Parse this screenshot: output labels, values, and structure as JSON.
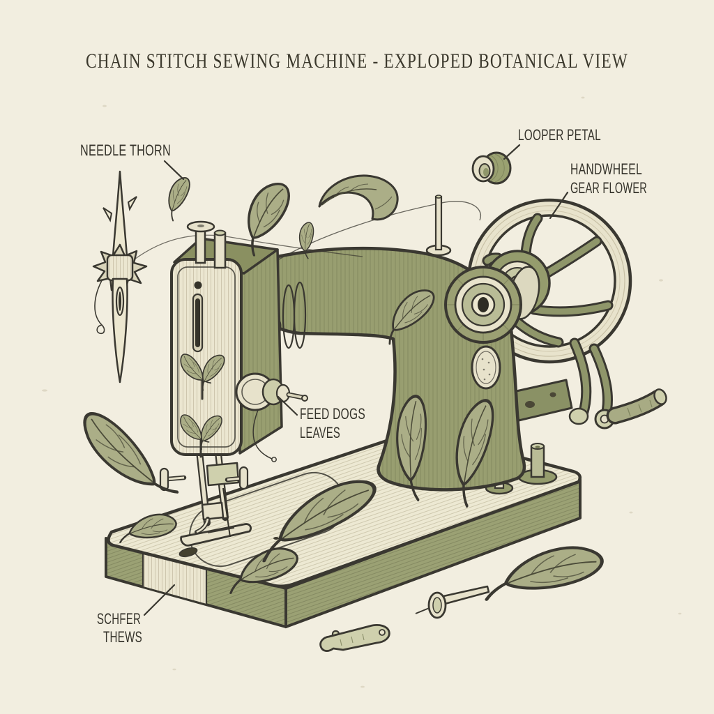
{
  "title": {
    "text": "CHAIN STITCH SEWING MACHINE - EXPLOPED BOTANICAL VIEW"
  },
  "labels": {
    "needle_thorn": {
      "text": "NEEDLE THORN"
    },
    "looper_petal": {
      "text": "LOOPER PETAL"
    },
    "handwheel_gear_flower": {
      "line1": "HANDWHEEL",
      "line2": "GEAR FLOWER"
    },
    "feed_dogs_leaves": {
      "line1": "FEED DOGS",
      "line2": "LEAVES"
    },
    "shifter_thews": {
      "line1": "SCHFER",
      "line2": "THEWS"
    }
  },
  "colors": {
    "background": "#f2eee0",
    "ink": "#3a3831",
    "machine_olive": "#989e70",
    "leaf_sage": "#abae87",
    "cream": "#ebe6d0",
    "wheel_rim": "#e8e3cc"
  }
}
